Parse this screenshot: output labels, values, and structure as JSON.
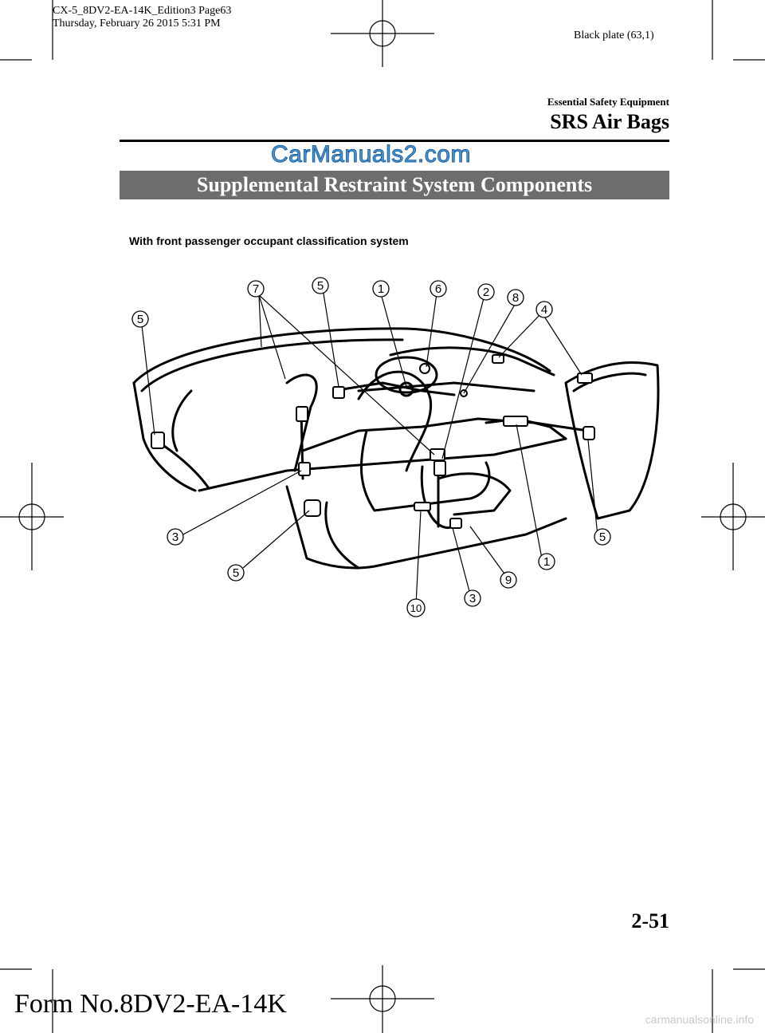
{
  "print": {
    "line1": "CX-5_8DV2-EA-14K_Edition3 Page63",
    "line2": "Thursday, February 26 2015 5:31 PM",
    "plate": "Black plate (63,1)"
  },
  "header": {
    "section": "Essential Safety Equipment",
    "title": "SRS Air Bags"
  },
  "watermark": "CarManuals2.com",
  "banner": "Supplemental Restraint System Components",
  "subheading": "With front passenger occupant classification system",
  "callouts": [
    "7",
    "5",
    "1",
    "6",
    "2",
    "8",
    "4",
    "5",
    "3",
    "5",
    "1",
    "5",
    "9",
    "3",
    "10"
  ],
  "footer": {
    "page": "2-51",
    "form": "Form No.8DV2-EA-14K",
    "site": "carmanualsonline.info"
  }
}
